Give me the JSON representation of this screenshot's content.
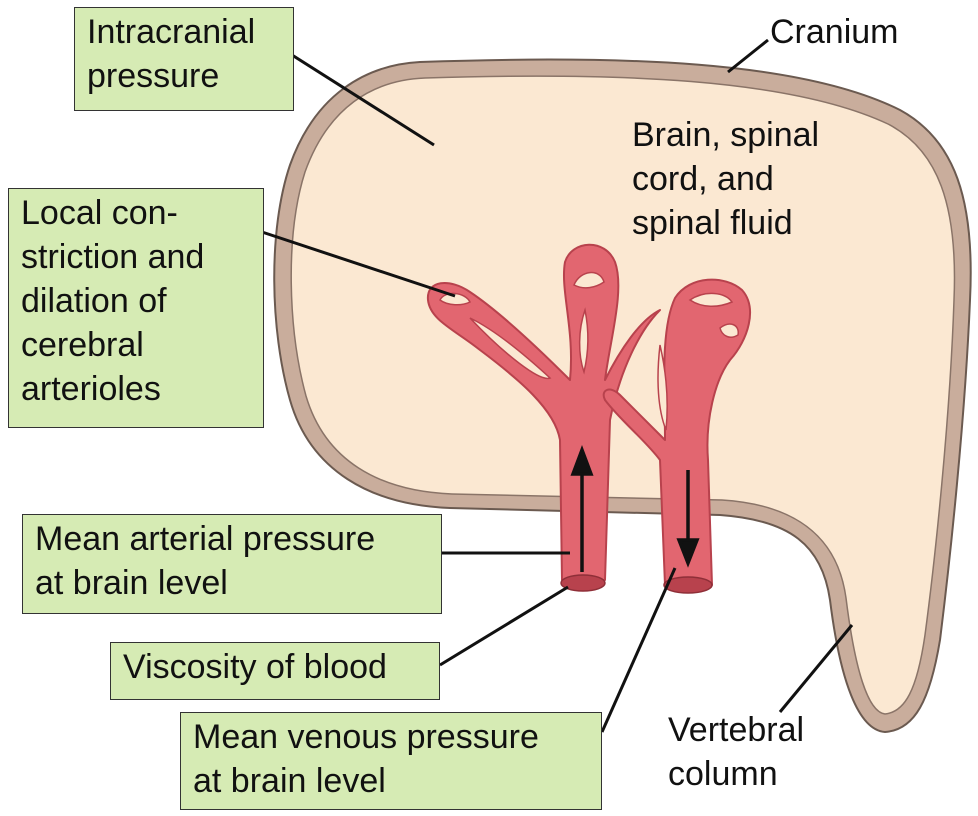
{
  "labels": {
    "intracranial": [
      "Intracranial",
      "pressure"
    ],
    "local": [
      "Local con-",
      "striction and",
      "dilation of",
      "cerebral",
      "arterioles"
    ],
    "map": [
      "Mean arterial pressure",
      "at brain level"
    ],
    "viscosity": [
      "Viscosity of blood"
    ],
    "mvp": [
      "Mean venous pressure",
      "at brain level"
    ],
    "cranium": [
      "Cranium"
    ],
    "brain": [
      "Brain, spinal",
      "cord, and",
      "spinal fluid"
    ],
    "vertebral": [
      "Vertebral",
      "column"
    ]
  },
  "colors": {
    "cranium_fill": "#c9ad9c",
    "cranium_stroke": "#6b5a50",
    "brain_fill": "#fbe8d2",
    "vessel_fill": "#e26670",
    "vessel_dark": "#b8424d",
    "label_box": "#d6ebb4"
  }
}
